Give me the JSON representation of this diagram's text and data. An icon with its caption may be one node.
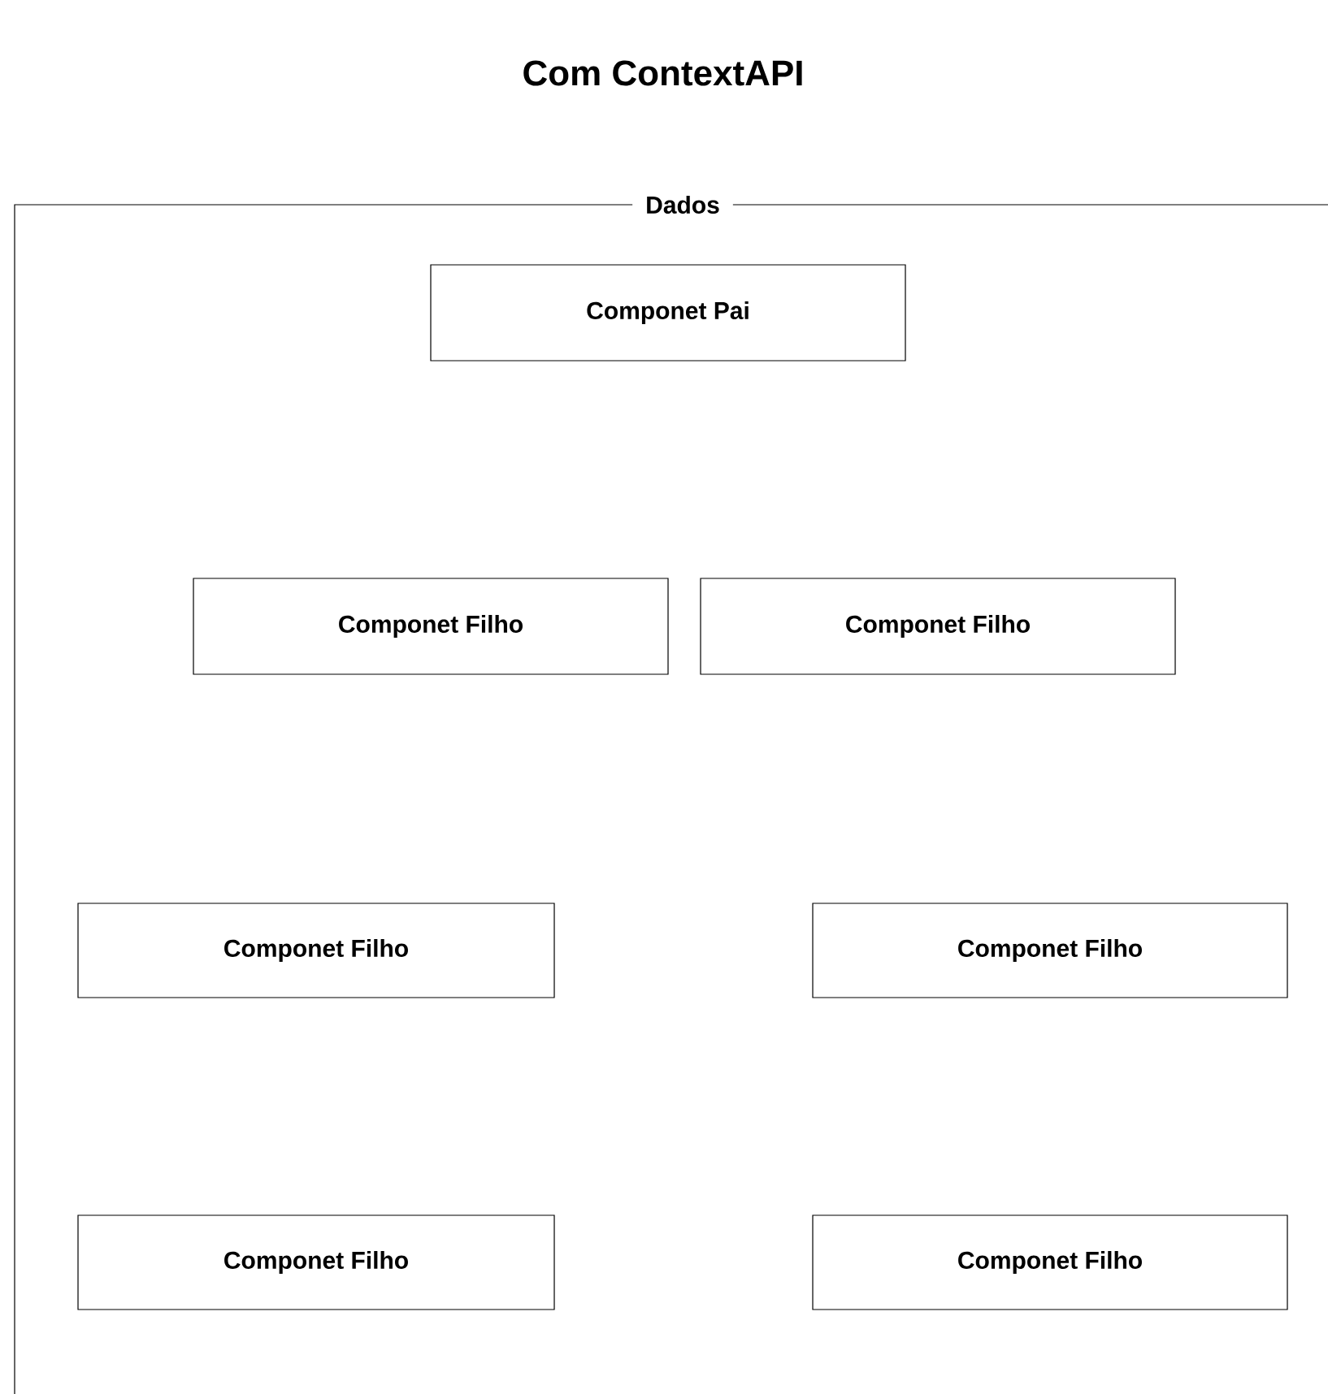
{
  "diagram": {
    "title": "Com ContextAPI",
    "nodes": [
      {
        "text": [
          "Dados"
        ]
      },
      {
        "text": [
          "Componet Pai"
        ],
        "in": 0
      },
      {
        "text": [
          "Componet Filho"
        ],
        "in": 0
      },
      {
        "text": [
          "Componet Filho"
        ],
        "in": 0
      },
      {
        "text": [
          "Componet Filho"
        ],
        "in": 0
      },
      {
        "text": [
          "Componet Filho"
        ],
        "in": 0
      },
      {
        "text": [
          "Componet Filho"
        ],
        "in": 0
      },
      {
        "text": [
          "Componet Filho"
        ],
        "in": 0
      }
    ]
  }
}
